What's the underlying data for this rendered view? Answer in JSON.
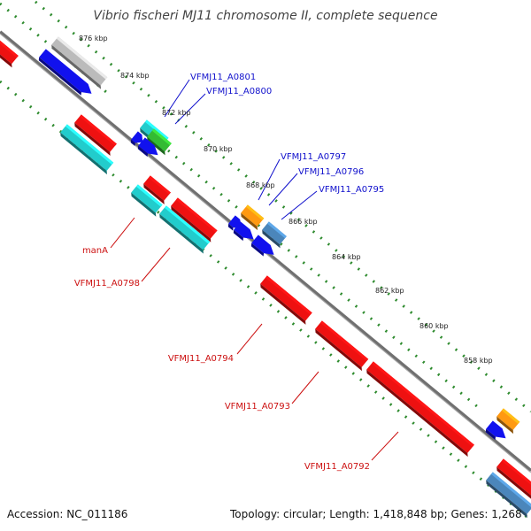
{
  "title": "Vibrio fischeri MJ11 chromosome II, complete sequence",
  "accession": "Accession: NC_011186",
  "topology": "Topology: circular; Length: 1,418,848 bp; Genes: 1,268",
  "ticks": [
    "876 kbp",
    "874 kbp",
    "872 kbp",
    "870 kbp",
    "868 kbp",
    "866 kbp",
    "864 kbp",
    "862 kbp",
    "860 kbp",
    "858 kbp"
  ],
  "forward_labels": [
    "VFMJ11_A0801",
    "VFMJ11_A0800",
    "VFMJ11_A0797",
    "VFMJ11_A0796",
    "VFMJ11_A0795"
  ],
  "reverse_labels": [
    "manA",
    "VFMJ11_A0798",
    "VFMJ11_A0794",
    "VFMJ11_A0793",
    "VFMJ11_A0792"
  ],
  "colors": {
    "backbone": "#777777",
    "tick": "#2e8b2e",
    "red": "#ee1111",
    "cyan": "#22cccc",
    "blue": "#1111ee",
    "gray": "#bbbbbb",
    "green": "#33bb33",
    "orange": "#ff9911",
    "steelblue": "#4b86bb",
    "forward_label": "#1010cc",
    "reverse_label": "#cc1010"
  }
}
